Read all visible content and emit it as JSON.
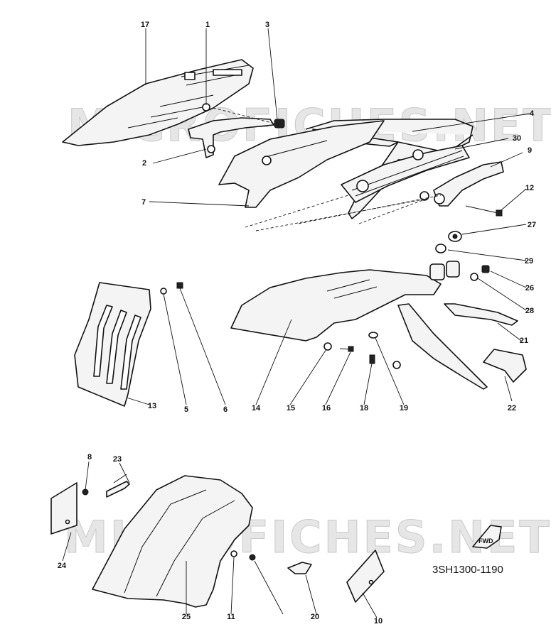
{
  "watermark": "MICROFICHES.NET",
  "diagram_code": "3SH1300-1190",
  "fwd_label": "FWD",
  "callouts": [
    "1",
    "2",
    "3",
    "4",
    "5",
    "6",
    "7",
    "8",
    "9",
    "10",
    "11",
    "12",
    "13",
    "14",
    "15",
    "16",
    "17",
    "18",
    "19",
    "20",
    "21",
    "22",
    "23",
    "24",
    "25",
    "26",
    "27",
    "28",
    "29",
    "30"
  ]
}
